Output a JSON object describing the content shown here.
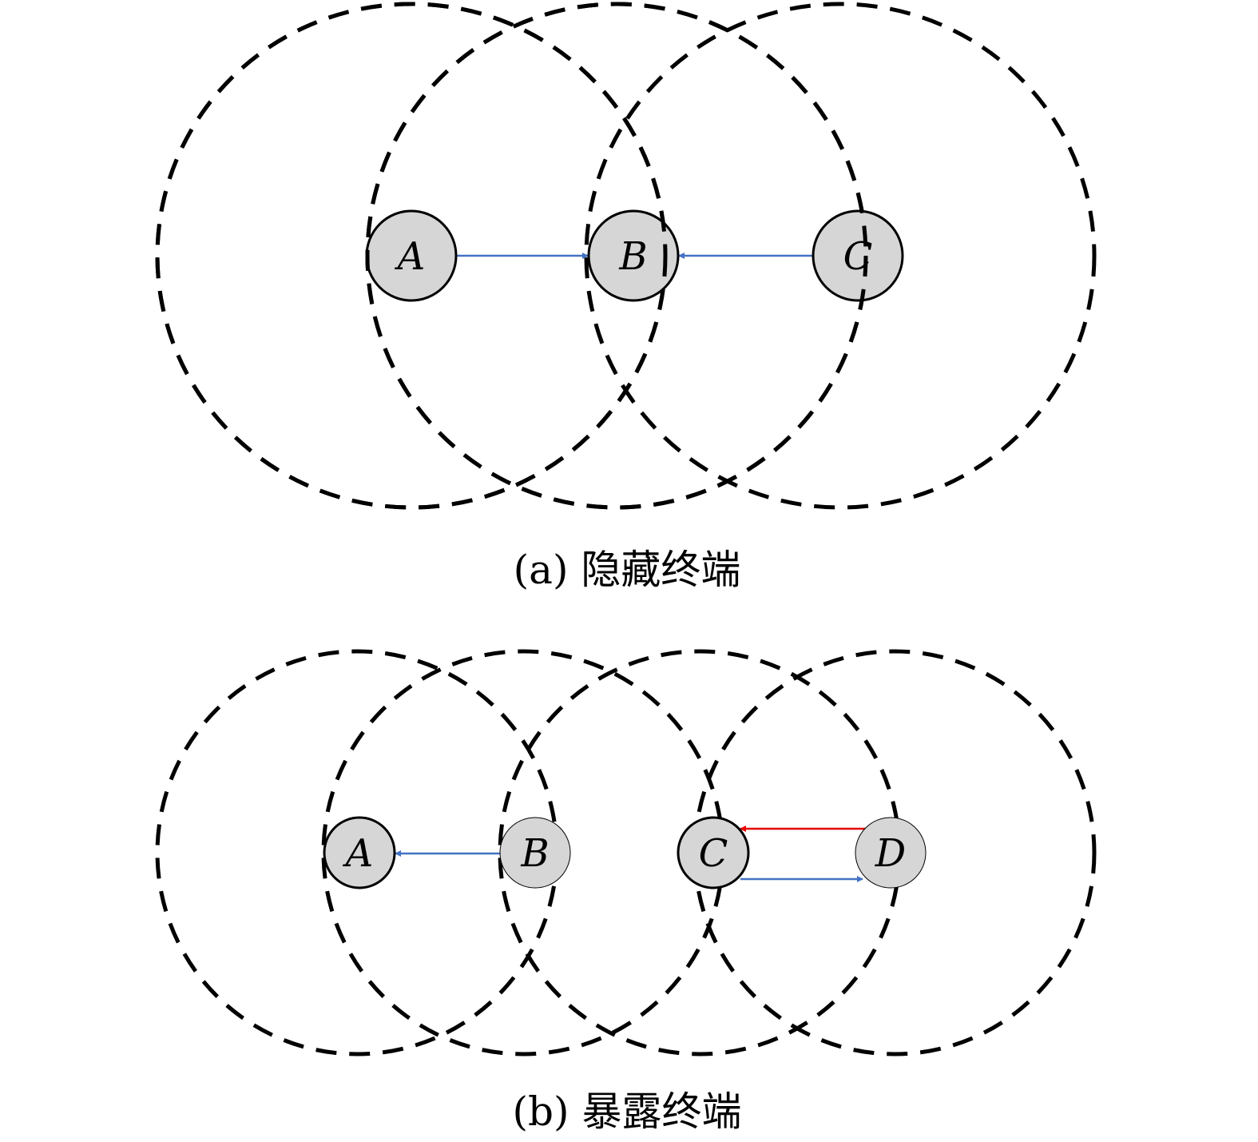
{
  "colors": {
    "node_fill": "#d6d6d6",
    "blue": "#4472c4",
    "red": "#e60000"
  },
  "panel_a": {
    "caption": "(a) 隐藏终端",
    "nodes": {
      "a": "A",
      "b": "B",
      "c": "C"
    },
    "edges": [
      {
        "from": "A",
        "to": "B",
        "color": "blue"
      },
      {
        "from": "C",
        "to": "B",
        "color": "blue"
      }
    ]
  },
  "panel_b": {
    "caption": "(b) 暴露终端",
    "nodes": {
      "a": "A",
      "b": "B",
      "c": "C",
      "d": "D"
    },
    "edges": [
      {
        "from": "B",
        "to": "A",
        "color": "blue"
      },
      {
        "from": "D",
        "to": "C",
        "color": "red"
      },
      {
        "from": "C",
        "to": "D",
        "color": "blue"
      }
    ]
  }
}
